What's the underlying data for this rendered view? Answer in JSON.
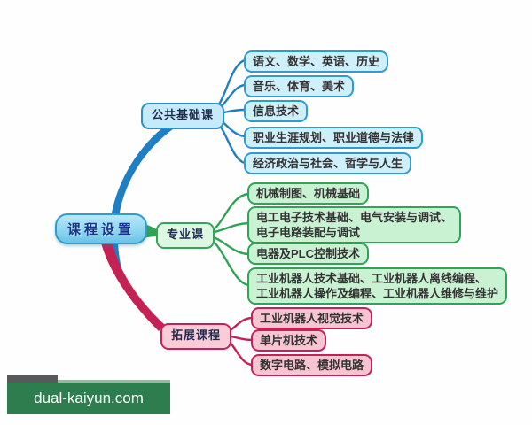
{
  "root": {
    "label": "课程设置"
  },
  "branches": [
    {
      "label": "公共基础课",
      "color": "#1e7fc2",
      "children": [
        {
          "lines": [
            "语文、数学、英语、历史"
          ]
        },
        {
          "lines": [
            "音乐、体育、美术"
          ]
        },
        {
          "lines": [
            "信息技术"
          ]
        },
        {
          "lines": [
            "职业生涯规划、职业道德与法律"
          ]
        },
        {
          "lines": [
            "经济政治与社会、哲学与人生"
          ]
        }
      ]
    },
    {
      "label": "专业课",
      "color": "#2ea355",
      "children": [
        {
          "lines": [
            "机械制图、机械基础"
          ]
        },
        {
          "lines": [
            "电工电子技术基础、电气安装与调试、",
            "电子电路装配与调试"
          ]
        },
        {
          "lines": [
            "电器及PLC控制技术"
          ]
        },
        {
          "lines": [
            "工业机器人技术基础、工业机器人离线编程、",
            "工业机器人操作及编程、工业机器人维修与维护"
          ]
        }
      ]
    },
    {
      "label": "拓展课程",
      "color": "#c42154",
      "children": [
        {
          "lines": [
            "工业机器人视觉技术"
          ]
        },
        {
          "lines": [
            "单片机技术"
          ]
        },
        {
          "lines": [
            "数字电路、模拟电路"
          ]
        }
      ]
    }
  ],
  "colors": {
    "blue_branch": "#1e7fc2",
    "green_branch": "#2ea355",
    "red_branch": "#c42154",
    "blue_fill": "#cfeffb",
    "green_fill": "#c9f2d3",
    "red_fill": "#f7c5d2",
    "root_fill": "#8ed6f1",
    "watermark_green": "#2d7d4f"
  },
  "watermark": {
    "text": "dual-kaiyun.com"
  }
}
